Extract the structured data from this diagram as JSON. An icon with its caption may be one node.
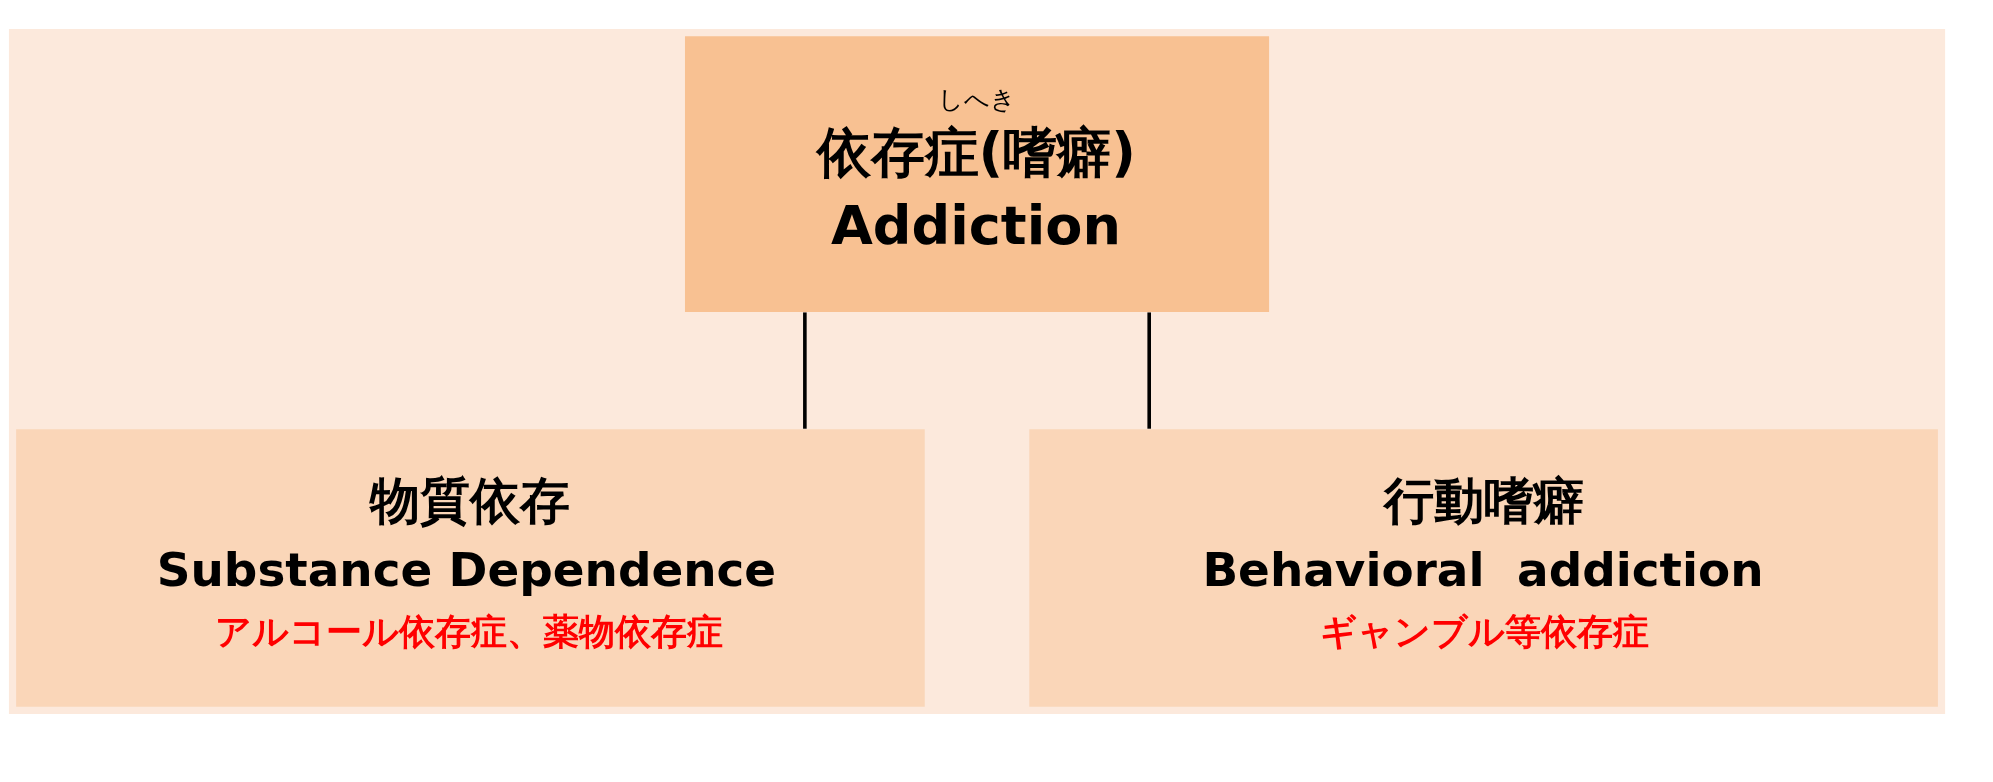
{
  "diagram": {
    "nodes": [
      {
        "text": [
          "しへき",
          "依存症(嗜癖)",
          "Addiction"
        ]
      },
      {
        "text": [
          "物質依存",
          "Substance Dependence",
          "アルコール依存症、薬物依存症"
        ]
      },
      {
        "text": [
          "行動嗜癖",
          "Behavioral  addiction",
          "ギャンブル等依存症"
        ]
      }
    ],
    "edges": [
      {
        "from": 0,
        "to": 1,
        "arrow": "none"
      },
      {
        "from": 0,
        "to": 2,
        "arrow": "none"
      }
    ]
  }
}
